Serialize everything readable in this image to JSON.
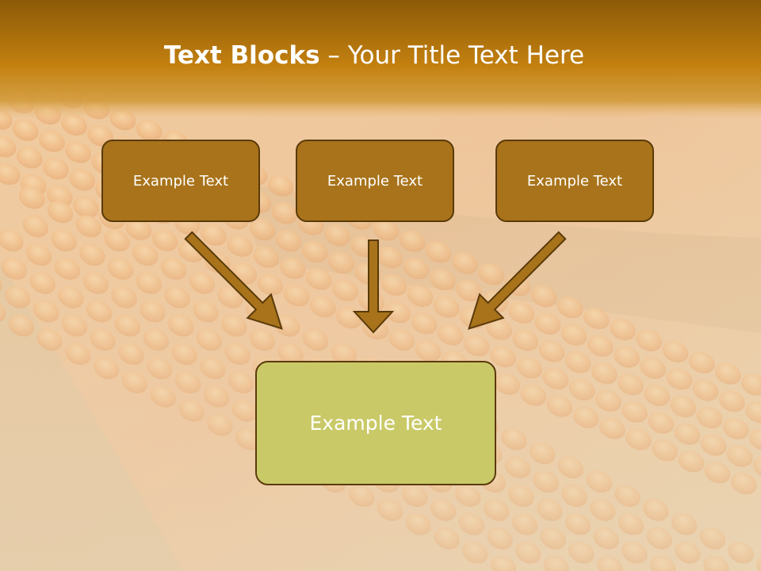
{
  "slide": {
    "title_bold": "Text Blocks",
    "title_dash": " – ",
    "title_rest": "Your Title Text Here"
  },
  "diagram": {
    "boxes": [
      {
        "label": "Example Text"
      },
      {
        "label": "Example Text"
      },
      {
        "label": "Example Text"
      }
    ],
    "result": {
      "label": "Example Text"
    }
  },
  "colors": {
    "title_bar": "#b47a10",
    "box_fill": "#a8731a",
    "box_border": "#5a3a0a",
    "result_fill": "#c9c968",
    "arrow_fill": "#a8731a"
  },
  "background_image": "corn-cob-photo"
}
